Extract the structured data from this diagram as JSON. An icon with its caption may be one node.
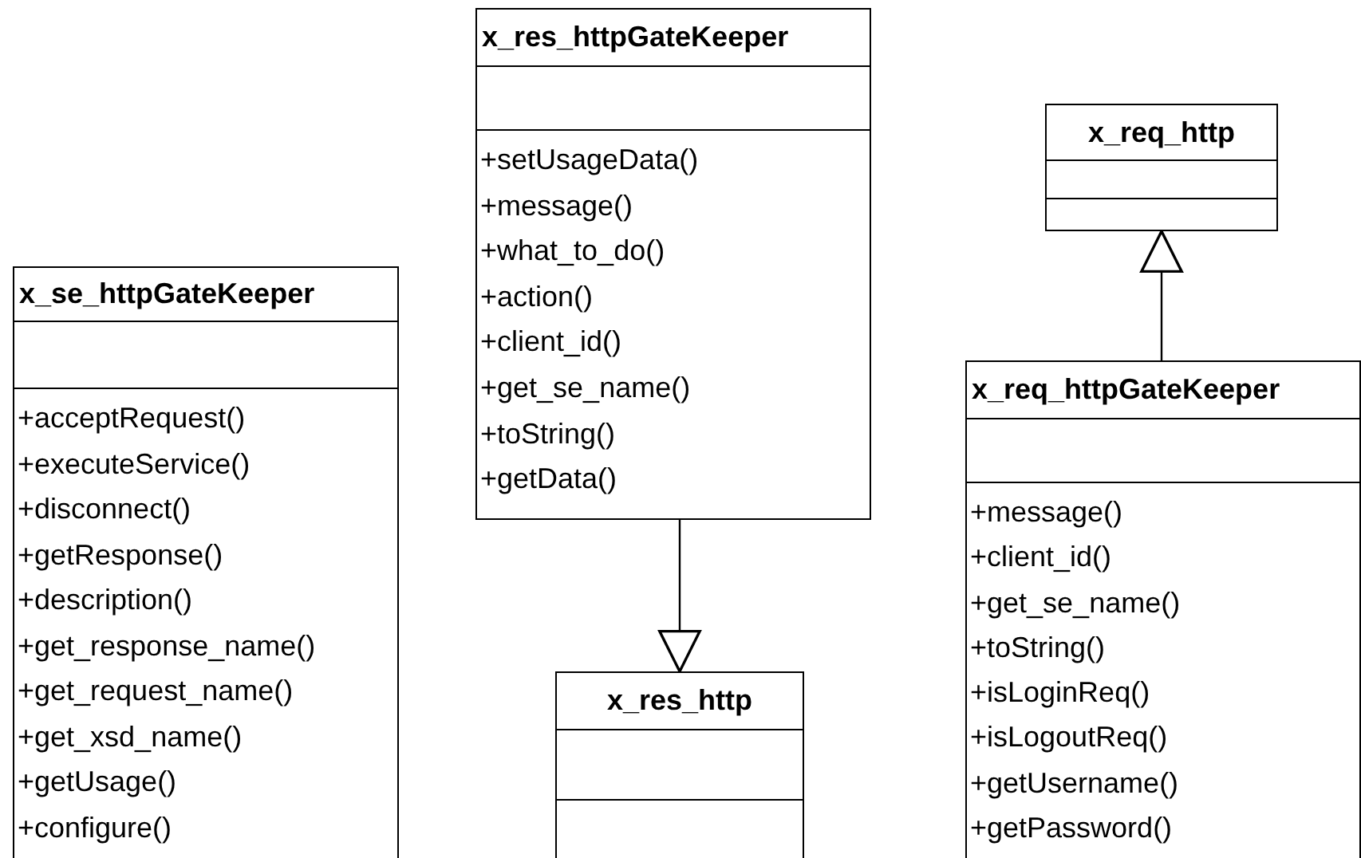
{
  "diagram": {
    "nodes": [
      {
        "text": [
          "x_se_httpGateKeeper",
          "+acceptRequest()",
          "+executeService()",
          "+disconnect()",
          "+getResponse()",
          "+description()",
          "+get_response_name()",
          "+get_request_name()",
          "+get_xsd_name()",
          "+getUsage()",
          "+configure()"
        ]
      },
      {
        "text": [
          "x_res_httpGateKeeper",
          "+setUsageData()",
          "+message()",
          "+what_to_do()",
          "+action()",
          "+client_id()",
          "+get_se_name()",
          "+toString()",
          "+getData()"
        ]
      },
      {
        "text": [
          "x_res_http"
        ]
      },
      {
        "text": [
          "x_req_http"
        ]
      },
      {
        "text": [
          "x_req_httpGateKeeper",
          "+message()",
          "+client_id()",
          "+get_se_name()",
          "+toString()",
          "+isLoginReq()",
          "+isLogoutReq()",
          "+getUsername()",
          "+getPassword()"
        ]
      }
    ],
    "edges": [
      {
        "from": 1,
        "to": 2,
        "arrow": "to"
      },
      {
        "from": 4,
        "to": 3,
        "arrow": "to"
      }
    ]
  }
}
